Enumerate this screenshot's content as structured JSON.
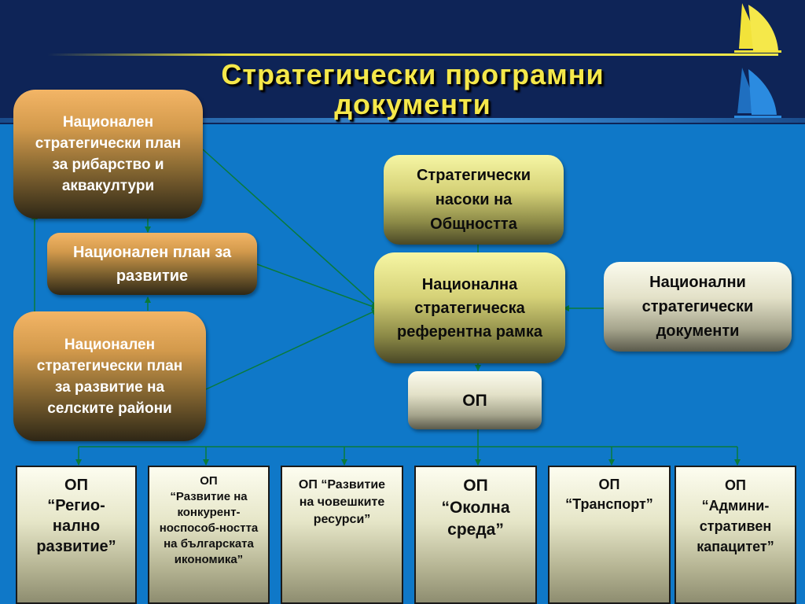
{
  "title": {
    "line1": "Стратегически програмни",
    "line2": "документи"
  },
  "boxes": {
    "fisheries": [
      "Национален",
      "стратегически план",
      "за рибарство и",
      "аквакултури"
    ],
    "national_plan": [
      "Национален план за",
      "развитие"
    ],
    "rural": [
      "Национален",
      "стратегически план",
      "за развитие на",
      "селските райони"
    ],
    "community": [
      "Стратегически",
      "насоки на",
      "Общността"
    ],
    "nsrf": [
      "Национална",
      "стратегическа",
      "референтна рамка"
    ],
    "national_docs": [
      "Национални",
      "стратегически",
      "документи"
    ],
    "op": "ОП"
  },
  "op_boxes": [
    {
      "lines": [
        "ОП",
        "“Регио-",
        "нално",
        "развитие”"
      ]
    },
    {
      "lines": [
        "ОП",
        "“Развитие на",
        "конкурент-",
        "носпособ-ността",
        "на българската",
        "икономика”"
      ]
    },
    {
      "lines": [
        "ОП “Развитие",
        "на човешките",
        "ресурси”"
      ]
    },
    {
      "lines": [
        "ОП",
        "“Околна",
        "среда”"
      ]
    },
    {
      "lines": [
        "ОП",
        "“Транспорт”"
      ]
    },
    {
      "lines": [
        "ОП",
        "“Админи-",
        "стративен",
        "капацитет”"
      ]
    }
  ],
  "colors": {
    "background": "#0f78c8",
    "header": "#0e2457",
    "title": "#f5e84a",
    "connector": "#0a7a3a"
  }
}
